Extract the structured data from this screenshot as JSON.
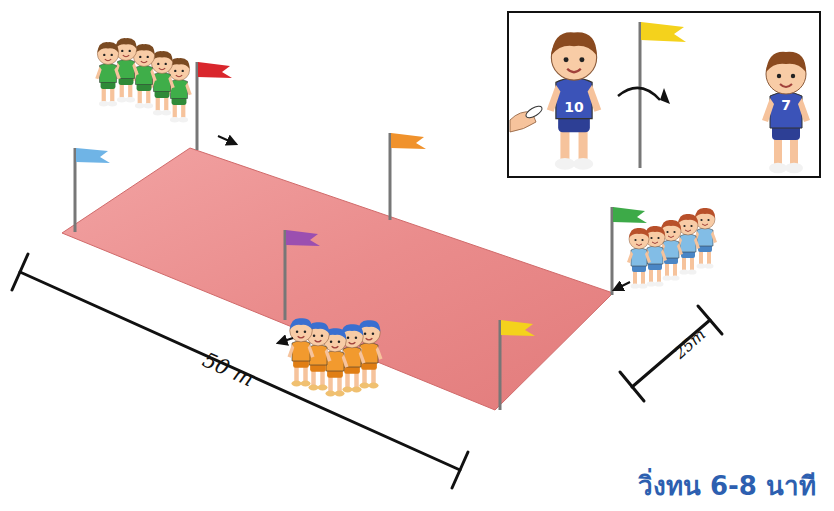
{
  "diagram": {
    "caption": "วิ่งทน 6-8 นาที",
    "labels": [
      "50 m",
      "25m",
      "10",
      "7"
    ]
  }
}
